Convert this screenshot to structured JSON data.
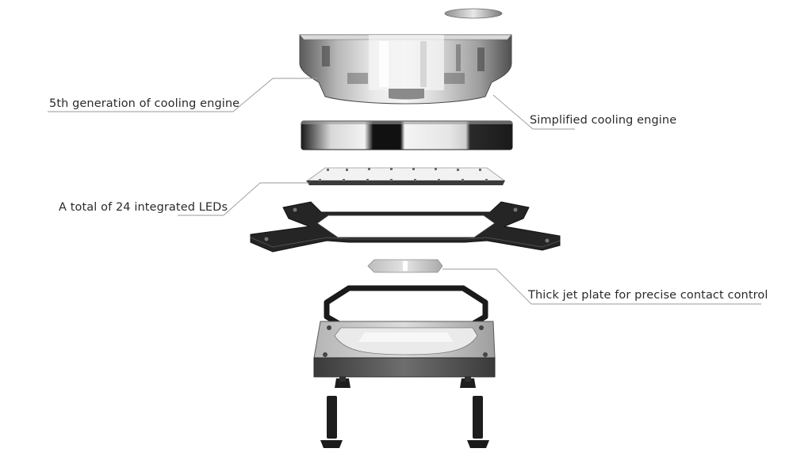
{
  "callouts": [
    {
      "id": "cooling-engine-gen5",
      "label": "5th generation of cooling engine"
    },
    {
      "id": "simplified-engine",
      "label": "Simplified cooling engine"
    },
    {
      "id": "integrated-leds",
      "label": "A total of 24 integrated LEDs"
    },
    {
      "id": "jet-plate",
      "label": "Thick jet plate for precise contact control"
    }
  ],
  "colors": {
    "background": "#ffffff",
    "text": "#2b2b2b",
    "leader_line": "#9a9a9a",
    "dark_metal": "#1f1f1f",
    "light_metal": "#c9c9c9"
  }
}
